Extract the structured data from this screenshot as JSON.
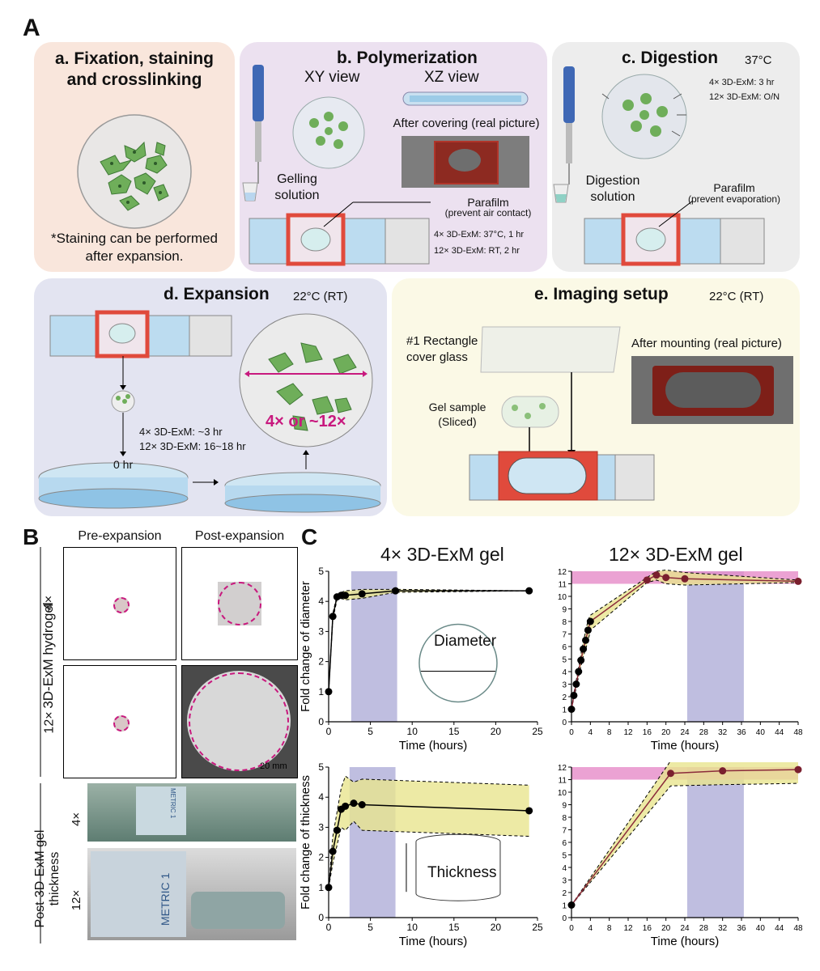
{
  "section_A": {
    "letter": "A",
    "a": {
      "title": "a. Fixation, staining and crosslinking",
      "note": "*Staining can be performed after expansion."
    },
    "b": {
      "title": "b. Polymerization",
      "xy": "XY view",
      "xz": "XZ view",
      "after_covering": "After covering (real picture)",
      "gelling": "Gelling solution",
      "parafilm": "Parafilm",
      "parafilm_note": "(prevent air contact)",
      "cond1": "4× 3D-ExM: 37°C, 1 hr",
      "cond2": "12× 3D-ExM: RT, 2 hr"
    },
    "c": {
      "title": "c. Digestion",
      "temp": "37°C",
      "cond1": "4× 3D-ExM: 3 hr",
      "cond2": "12× 3D-ExM: O/N",
      "digestion": "Digestion solution",
      "parafilm": "Parafilm",
      "parafilm_note": "(prevent evaporation)"
    },
    "d": {
      "title": "d. Expansion",
      "temp": "22°C (RT)",
      "cond1": "4× 3D-ExM: ~3 hr",
      "cond2": "12× 3D-ExM: 16~18 hr",
      "zero": "0 hr",
      "factor": "4× or ~12×"
    },
    "e": {
      "title": "e. Imaging setup",
      "temp": "22°C (RT)",
      "cover": "#1 Rectangle cover glass",
      "after_mounting": "After mounting (real picture)",
      "gel": "Gel sample (Sliced)"
    }
  },
  "section_B": {
    "letter": "B",
    "pre": "Pre-expansion",
    "post": "Post-expansion",
    "side_label": "3D-ExM hydrogel",
    "row4": "4×",
    "row12": "12×",
    "scale": "20 mm",
    "thickness_label": "Post-3D-ExM gel thickness",
    "t4": "4×",
    "t12": "12×",
    "ruler_text": "METRIC 1"
  },
  "section_C": {
    "letter": "C",
    "title_left": "4× 3D-ExM gel",
    "title_right": "12× 3D-ExM gel",
    "diameter": "Diameter",
    "thickness": "Thickness"
  },
  "colors": {
    "pink": "#f9e6dc",
    "lavender": "#ece1f0",
    "gray": "#ededed",
    "blue": "#e3e4f1",
    "yellow": "#fbf9e6",
    "magenta": "#c8197e",
    "band_purple": "#aaa8d6",
    "band_pink": "#e68bc8",
    "envelope": "#e9e58f",
    "red": "#d9473a"
  },
  "chart_data": [
    {
      "type": "line",
      "title": "",
      "xlabel": "Time (hours)",
      "ylabel": "Fold change of diameter",
      "xlim": [
        0,
        25
      ],
      "ylim": [
        0,
        5
      ],
      "xticks": [
        0,
        5,
        10,
        15,
        20,
        25
      ],
      "yticks": [
        0,
        1,
        2,
        3,
        4,
        5
      ],
      "shaded_x": [
        2.7,
        8.2
      ],
      "series": [
        {
          "x": [
            0,
            0.5,
            1,
            1.5,
            2,
            4,
            8,
            24
          ],
          "y": [
            1.0,
            3.5,
            4.15,
            4.2,
            4.2,
            4.25,
            4.35,
            4.35
          ],
          "upper": [
            1.0,
            3.6,
            4.2,
            4.3,
            4.35,
            4.4,
            4.4,
            4.35
          ],
          "lower": [
            1.0,
            3.4,
            4.05,
            4.1,
            4.05,
            4.1,
            4.3,
            4.35
          ]
        }
      ]
    },
    {
      "type": "line",
      "title": "",
      "xlabel": "Time (hours)",
      "ylabel": "",
      "xlim": [
        0,
        48
      ],
      "ylim": [
        0,
        12
      ],
      "xticks": [
        0,
        4,
        8,
        12,
        16,
        20,
        24,
        28,
        32,
        36,
        40,
        44,
        48
      ],
      "yticks": [
        0,
        1,
        2,
        3,
        4,
        5,
        6,
        7,
        8,
        9,
        10,
        11,
        12
      ],
      "shaded_x": [
        24.5,
        36.5
      ],
      "target_band": [
        11,
        12
      ],
      "series": [
        {
          "x": [
            0,
            0.5,
            1,
            1.5,
            2,
            2.5,
            3,
            3.5,
            4,
            16,
            18,
            20,
            24,
            48
          ],
          "y": [
            1,
            2.1,
            3.0,
            4.0,
            4.9,
            5.8,
            6.5,
            7.3,
            8.0,
            11.3,
            11.7,
            11.5,
            11.4,
            11.2
          ],
          "upper": [
            1,
            2.3,
            3.3,
            4.3,
            5.4,
            6.4,
            7.2,
            8.1,
            8.5,
            11.5,
            12.0,
            12.1,
            11.9,
            11.3
          ],
          "lower": [
            1,
            1.9,
            2.7,
            3.6,
            4.4,
            5.2,
            5.8,
            6.4,
            7.3,
            11.1,
            11.3,
            11.0,
            10.9,
            11.1
          ]
        }
      ]
    },
    {
      "type": "line",
      "title": "",
      "xlabel": "Time (hours)",
      "ylabel": "Fold change of thickness",
      "xlim": [
        0,
        25
      ],
      "ylim": [
        0,
        5
      ],
      "xticks": [
        0,
        5,
        10,
        15,
        20,
        25
      ],
      "yticks": [
        0,
        1,
        2,
        3,
        4,
        5
      ],
      "shaded_x": [
        2.5,
        8.0
      ],
      "series": [
        {
          "x": [
            0,
            0.5,
            1,
            1.5,
            2,
            3,
            4,
            24
          ],
          "y": [
            1.0,
            2.2,
            2.9,
            3.6,
            3.7,
            3.8,
            3.75,
            3.55
          ],
          "upper": [
            1.0,
            2.7,
            3.5,
            4.3,
            4.7,
            4.5,
            4.6,
            4.4
          ],
          "lower": [
            1.0,
            1.8,
            2.4,
            3.0,
            2.9,
            3.2,
            2.9,
            2.7
          ]
        }
      ]
    },
    {
      "type": "line",
      "title": "",
      "xlabel": "Time (hours)",
      "ylabel": "",
      "xlim": [
        0,
        48
      ],
      "ylim": [
        0,
        12
      ],
      "xticks": [
        0,
        4,
        8,
        12,
        16,
        20,
        24,
        28,
        32,
        36,
        40,
        44,
        48
      ],
      "yticks": [
        0,
        1,
        2,
        3,
        4,
        5,
        6,
        7,
        8,
        9,
        10,
        11,
        12
      ],
      "shaded_x": [
        24.5,
        36.5
      ],
      "target_band": [
        11,
        12
      ],
      "series": [
        {
          "x": [
            0,
            21,
            32,
            48
          ],
          "y": [
            1,
            11.5,
            11.7,
            11.8
          ],
          "upper": [
            1,
            12.5,
            12.7,
            12.9
          ],
          "lower": [
            1,
            10.5,
            10.6,
            10.7
          ]
        }
      ]
    }
  ]
}
